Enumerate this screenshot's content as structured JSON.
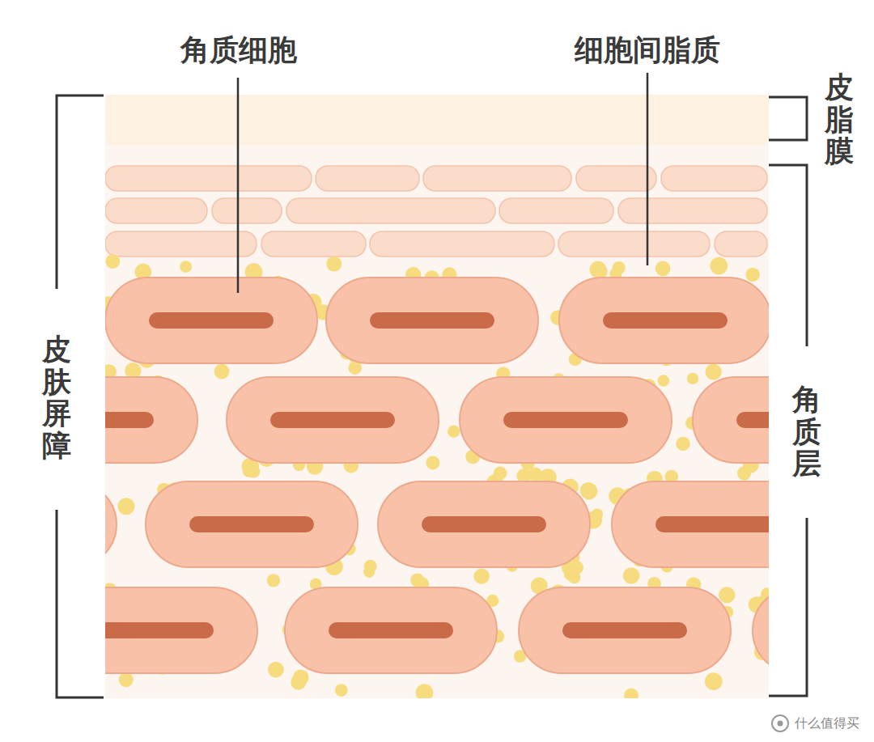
{
  "diagram": {
    "labels": [
      "角质细胞",
      "细胞间脂质",
      "皮脂膜",
      "皮肤屏障",
      "角质层",
      "什么值得买"
    ]
  }
}
